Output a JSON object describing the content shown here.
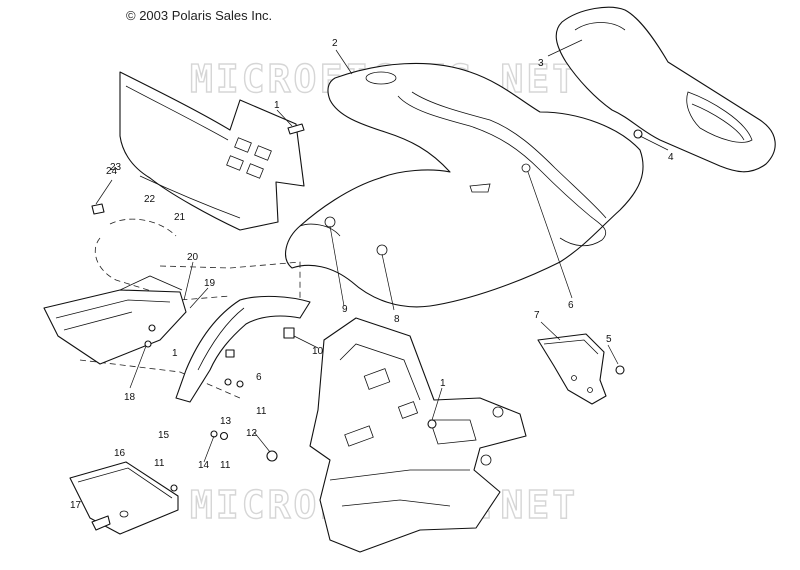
{
  "copyright": "© 2003 Polaris Sales Inc.",
  "watermark": "MICROFICHES.NET",
  "callouts": [
    {
      "id": "c1a",
      "text": "1"
    },
    {
      "id": "c1b",
      "text": "1"
    },
    {
      "id": "c1c",
      "text": "1"
    },
    {
      "id": "c2",
      "text": "2"
    },
    {
      "id": "c3",
      "text": "3"
    },
    {
      "id": "c4",
      "text": "4"
    },
    {
      "id": "c5",
      "text": "5"
    },
    {
      "id": "c6a",
      "text": "6"
    },
    {
      "id": "c6b",
      "text": "6"
    },
    {
      "id": "c7",
      "text": "7"
    },
    {
      "id": "c8",
      "text": "8"
    },
    {
      "id": "c9",
      "text": "9"
    },
    {
      "id": "c10",
      "text": "10"
    },
    {
      "id": "c11a",
      "text": "11"
    },
    {
      "id": "c11b",
      "text": "11"
    },
    {
      "id": "c11c",
      "text": "11"
    },
    {
      "id": "c12",
      "text": "12"
    },
    {
      "id": "c13",
      "text": "13"
    },
    {
      "id": "c14",
      "text": "14"
    },
    {
      "id": "c15",
      "text": "15"
    },
    {
      "id": "c16",
      "text": "16"
    },
    {
      "id": "c17",
      "text": "17"
    },
    {
      "id": "c18",
      "text": "18"
    },
    {
      "id": "c19",
      "text": "19"
    },
    {
      "id": "c20",
      "text": "20"
    },
    {
      "id": "c21",
      "text": "21"
    },
    {
      "id": "c22",
      "text": "22"
    },
    {
      "id": "c23",
      "text": "23"
    },
    {
      "id": "c24",
      "text": "24"
    }
  ]
}
